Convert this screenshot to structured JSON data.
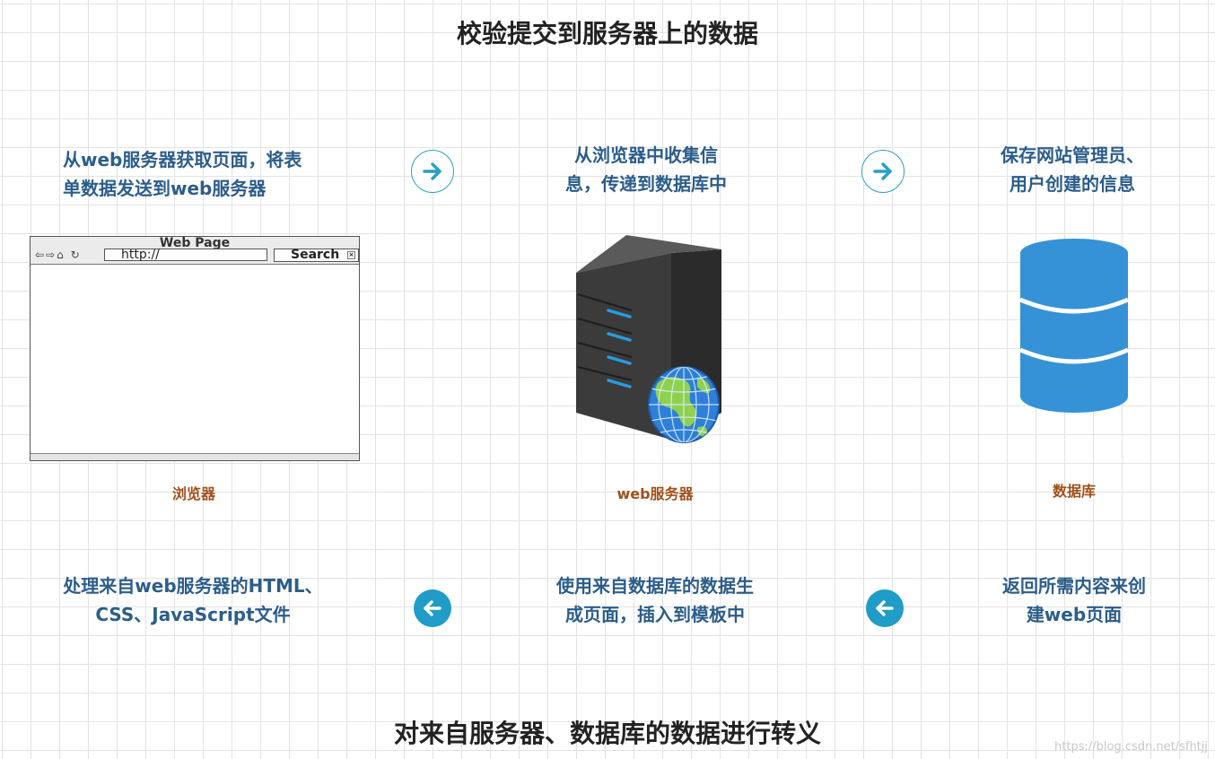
{
  "title_top": "校验提交到服务器上的数据",
  "title_bottom": "对来自服务器、数据库的数据进行转义",
  "top_row": {
    "browser_desc": [
      "从web服务器获取页面，将表",
      "单数据发送到web服务器"
    ],
    "server_desc": [
      "从浏览器中收集信",
      "息，传递到数据库中"
    ],
    "db_desc": [
      "保存网站管理员、",
      "用户创建的信息"
    ]
  },
  "bottom_row": {
    "browser_desc": [
      "处理来自web服务器的HTML、",
      "CSS、JavaScript文件"
    ],
    "server_desc": [
      "使用来自数据库的数据生",
      "成页面，插入到模板中"
    ],
    "db_desc": [
      "返回所需内容来创",
      "建web页面"
    ]
  },
  "labels": {
    "browser": "浏览器",
    "server": "web服务器",
    "database": "数据库"
  },
  "browser_mock": {
    "title": "Web Page",
    "url": "http://",
    "search": "Search"
  },
  "watermark": "https://blog.csdn.net/sfhtjj",
  "icons": {
    "right_arrow": "arrow-right-icon",
    "left_arrow": "arrow-left-icon",
    "server": "server-icon",
    "globe": "globe-icon",
    "database": "database-icon"
  },
  "colors": {
    "desc_text": "#2c5d8a",
    "label_text": "#a0501a",
    "arrow": "#1f9cc7",
    "database": "#3592d6"
  }
}
